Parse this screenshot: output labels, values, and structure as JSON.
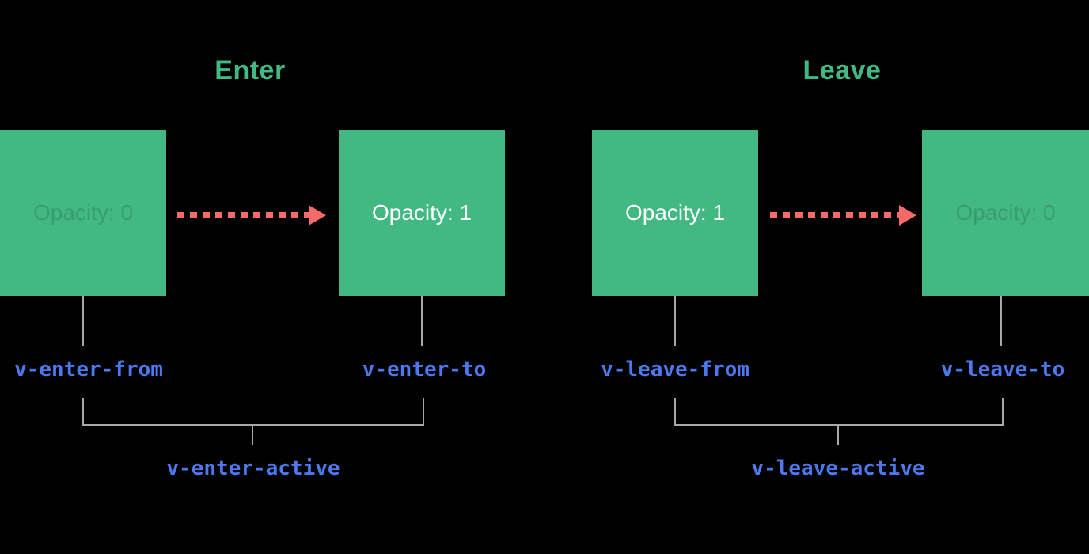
{
  "colors": {
    "background": "#000000",
    "box_green": "#42b883",
    "heading_green": "#42b883",
    "arrow_red": "#f66a6a",
    "class_label_blue": "#4c79f1",
    "connector_gray": "#a8a8a8",
    "box_text_white": "#ffffff"
  },
  "enter": {
    "heading": "Enter",
    "from_box_label": "Opacity: 0",
    "to_box_label": "Opacity: 1",
    "from_class_label": "v-enter-from",
    "to_class_label": "v-enter-to",
    "active_class_label": "v-enter-active"
  },
  "leave": {
    "heading": "Leave",
    "from_box_label": "Opacity: 1",
    "to_box_label": "Opacity: 0",
    "from_class_label": "v-leave-from",
    "to_class_label": "v-leave-to",
    "active_class_label": "v-leave-active"
  }
}
